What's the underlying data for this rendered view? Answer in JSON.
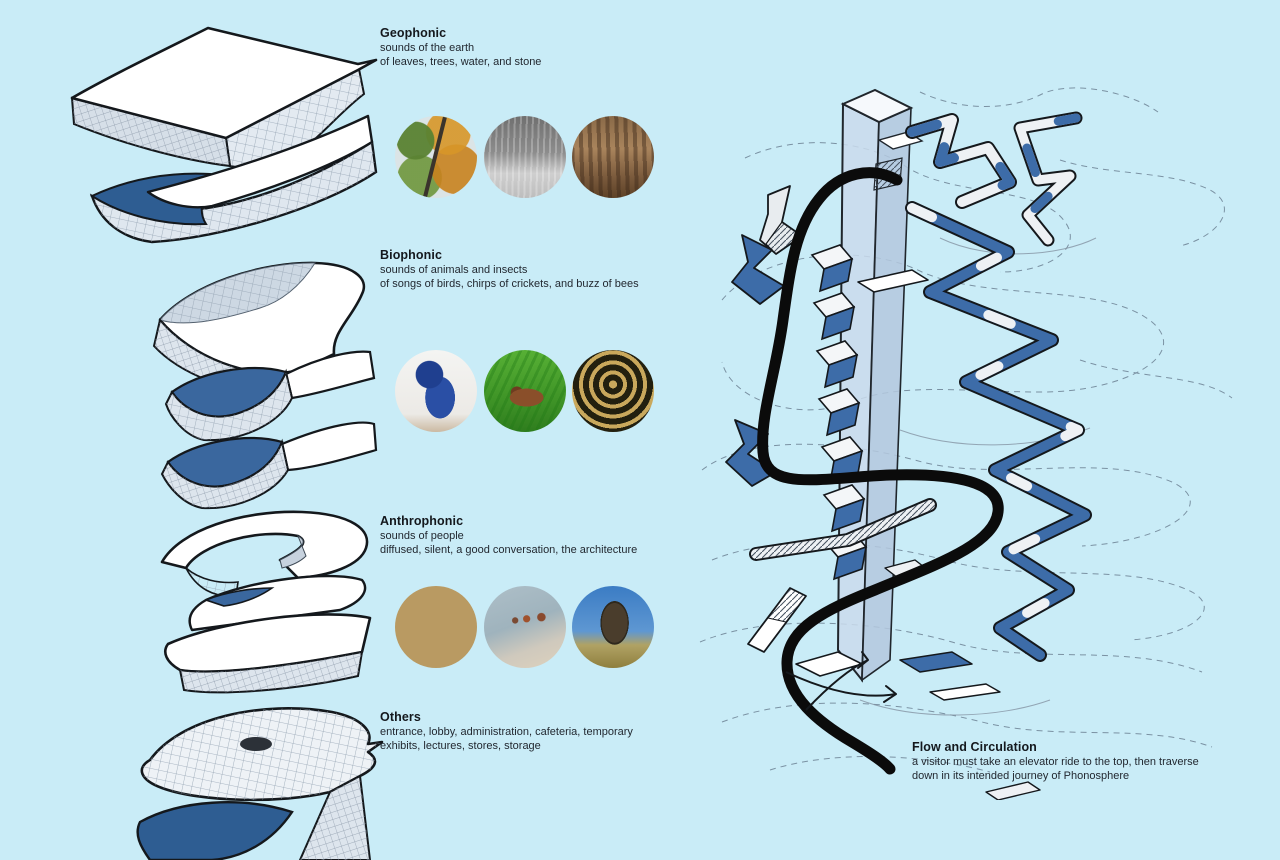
{
  "board": {
    "title": "Phonosphere sound-category diagram",
    "background": "#c9ecf7"
  },
  "colors": {
    "background": "#c9ecf7",
    "formWhite": "#ffffff",
    "meshGray": "#93a2b2",
    "darkBlue": "#2e5d92",
    "rampBlue": "#3d6ca8",
    "towerFace": "#c6d8ec",
    "ink": "#0b0b0b",
    "dashedLine": "#6d8294"
  },
  "sections": [
    {
      "id": "geophonic",
      "title": "Geophonic",
      "line1": "sounds of the earth",
      "line2": "of leaves, trees, water, and stone",
      "photos": [
        "autumn-leaves",
        "rain-on-water",
        "cave-stone"
      ]
    },
    {
      "id": "biophonic",
      "title": "Biophonic",
      "line1": "sounds of animals and insects",
      "line2": "of songs of birds, chirps of crickets, and buzz of bees",
      "photos": [
        "blue-macaw",
        "cricket-on-grass",
        "bees-on-honeycomb"
      ]
    },
    {
      "id": "anthrophonic",
      "title": "Anthrophonic",
      "line1": "sounds of people",
      "line2": "diffused, silent, a good conversation, the architecture",
      "photos": [
        "listening-horns",
        "people-swimming",
        "sound-sculpture"
      ]
    },
    {
      "id": "others",
      "title": "Others",
      "line1": "entrance, lobby, administration, cafeteria, temporary",
      "line2": "exhibits, lectures, stores, storage",
      "photos": []
    }
  ],
  "flow": {
    "title": "Flow and Circulation",
    "line1": "a visitor must take an elevator ride to the top, then traverse",
    "line2": "down in its intended journey of Phonosphere"
  }
}
